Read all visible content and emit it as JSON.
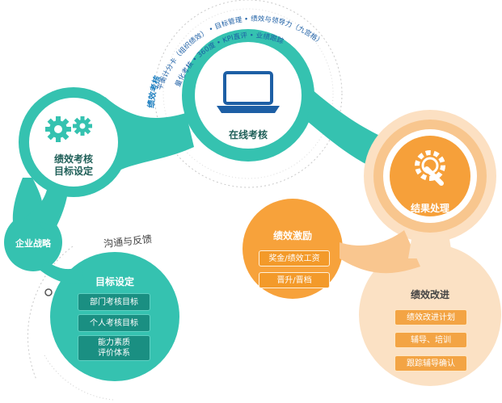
{
  "colors": {
    "teal": "#33c3b0",
    "teal_dark": "#1a8f82",
    "orange": "#f5a33a",
    "orange_light": "#fbe3c7",
    "blue": "#1d5fa5",
    "gray": "#b8b8b8"
  },
  "icons": {
    "gears": "gears-icon",
    "laptop": "laptop-icon",
    "wrench": "wrench-icon"
  },
  "nodes": {
    "goal_setting": {
      "line1": "绩效考核",
      "line2": "目标设定"
    },
    "online_review": {
      "label": "在线考核"
    },
    "result_handling": {
      "label": "结果处理"
    },
    "strategy": {
      "label": "企业战略"
    }
  },
  "arc_labels": {
    "main": "绩效考核",
    "row1": "平衡计分卡（组织绩效） • 目标管理 • 绩效与领导力（九宫格）",
    "row2": "量化考核 • 360度 • KPI直评 • 业绩跟踪"
  },
  "feedback_label": "沟通与反馈",
  "goal_panel": {
    "title": "目标设定",
    "items": [
      "部门考核目标",
      "个人考核目标",
      "能力素质\n评价体系"
    ]
  },
  "incentive_panel": {
    "title": "绩效激励",
    "items": [
      "奖金/绩效工资",
      "晋升/晋档"
    ]
  },
  "improve_panel": {
    "title": "绩效改进",
    "items": [
      "绩效改进计划",
      "辅导、培训",
      "跟踪辅导确认"
    ]
  }
}
